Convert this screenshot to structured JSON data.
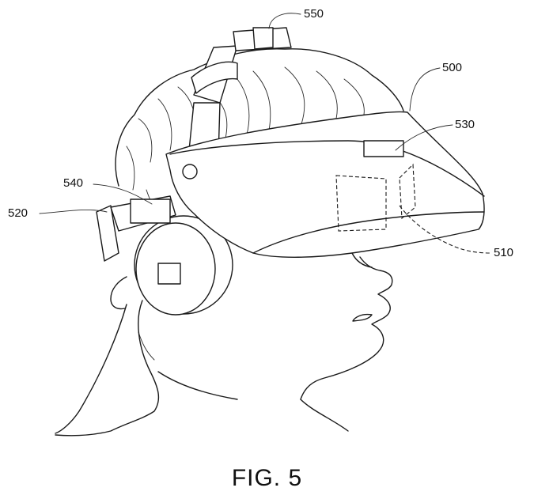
{
  "figure": {
    "caption": "FIG. 5",
    "reference_labels": {
      "headset": "500",
      "display": "510",
      "strap": "520",
      "top_sensor": "550",
      "front_sensor": "530",
      "side_sensor": "540"
    }
  }
}
